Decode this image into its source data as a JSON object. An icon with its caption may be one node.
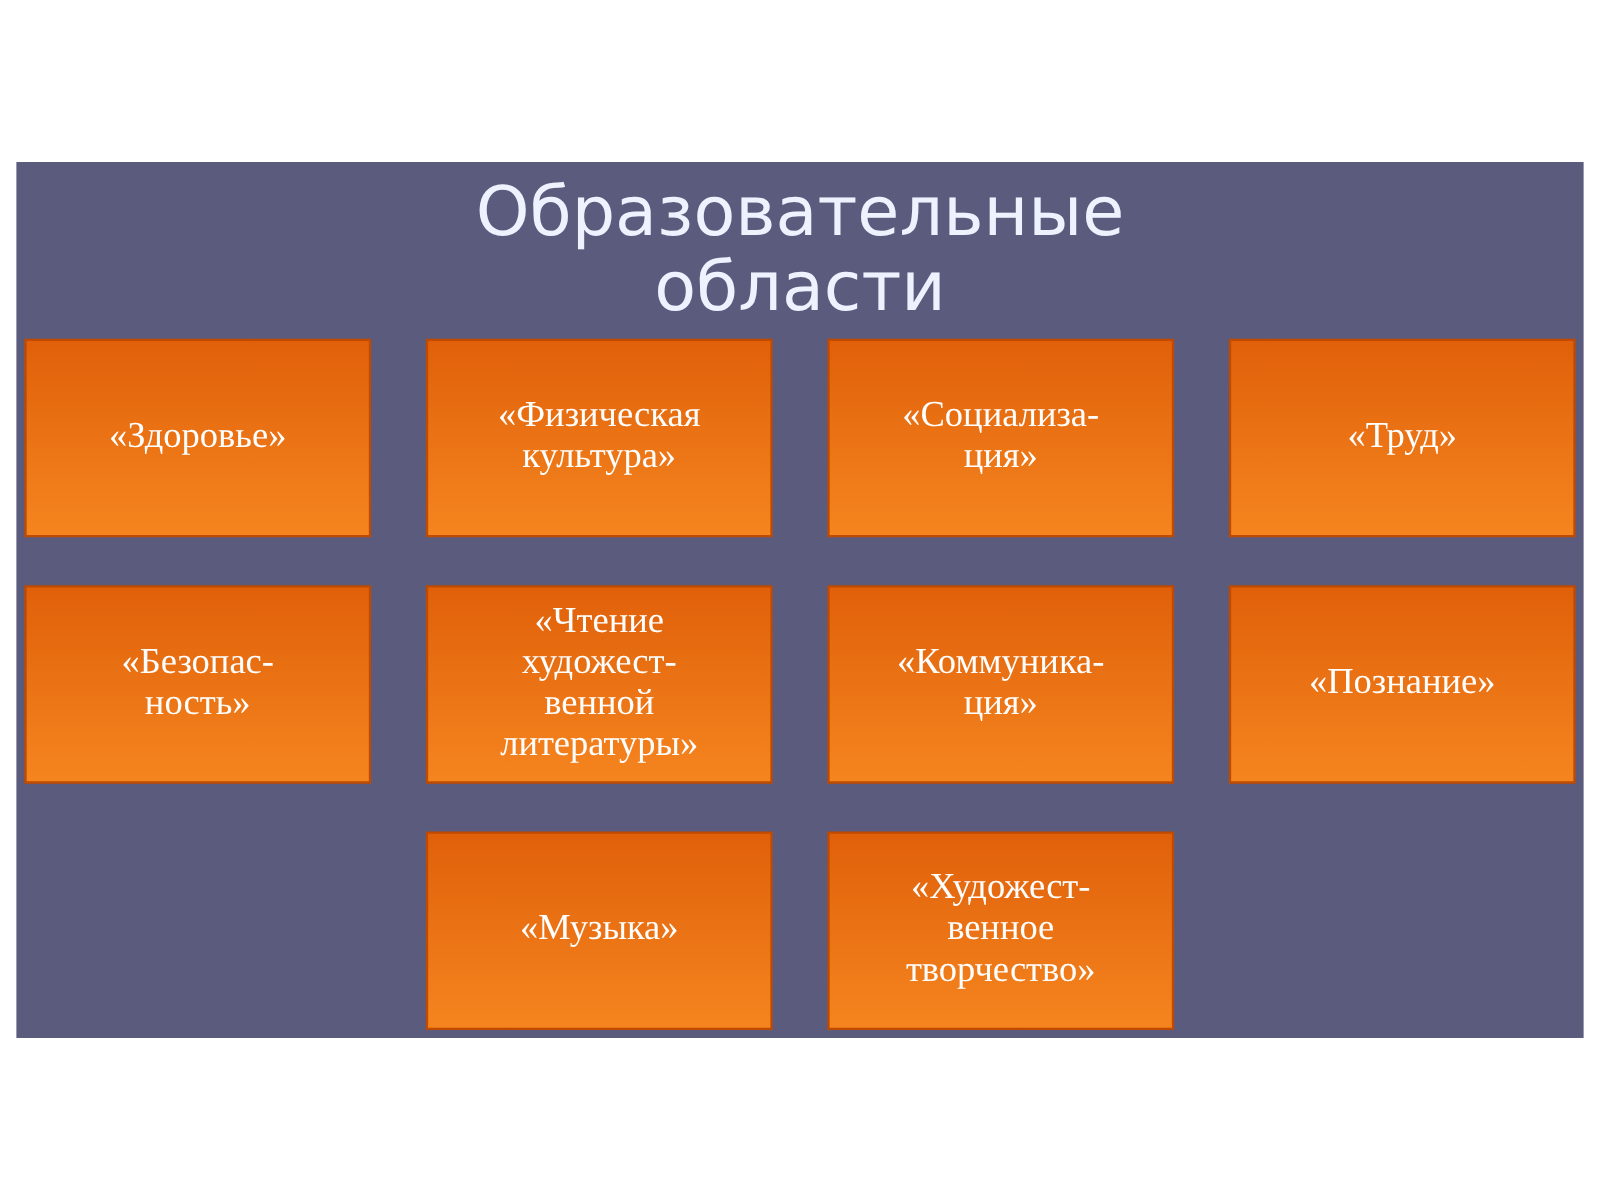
{
  "diagram": {
    "title": "Образовательные области",
    "nodes": [
      {
        "text": [
          "«Здоровье»"
        ]
      },
      {
        "text": [
          "«Физическая культура»"
        ]
      },
      {
        "text": [
          "«Социализа- ция»"
        ]
      },
      {
        "text": [
          "«Труд»"
        ]
      },
      {
        "text": [
          "«Безопас- ность»"
        ]
      },
      {
        "text": [
          "«Чтение художест- венной литературы»"
        ]
      },
      {
        "text": [
          "«Коммуника- ция»"
        ]
      },
      {
        "text": [
          "«Познание»"
        ]
      },
      {
        "text": [
          "«Музыка»"
        ]
      },
      {
        "text": [
          "«Художест- венное творчество»"
        ]
      }
    ],
    "edges": []
  }
}
